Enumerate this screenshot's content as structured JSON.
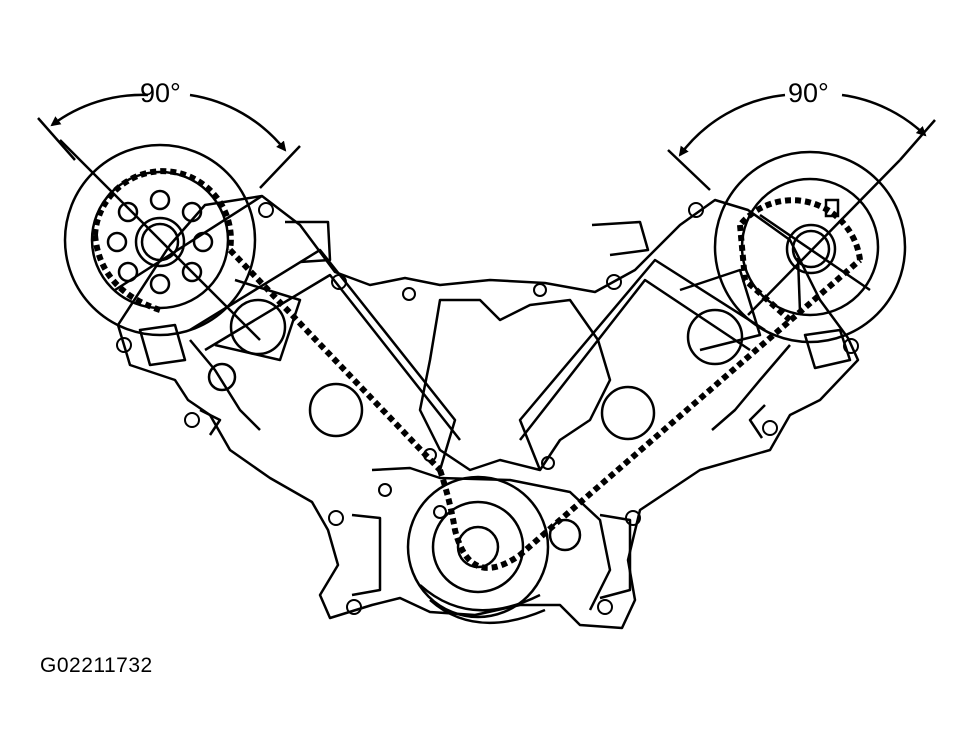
{
  "figure": {
    "left_cam_angle_label": "90°",
    "right_cam_angle_label": "90°",
    "figure_id": "G02211732"
  },
  "colors": {
    "line": "#000000",
    "background": "#ffffff"
  }
}
